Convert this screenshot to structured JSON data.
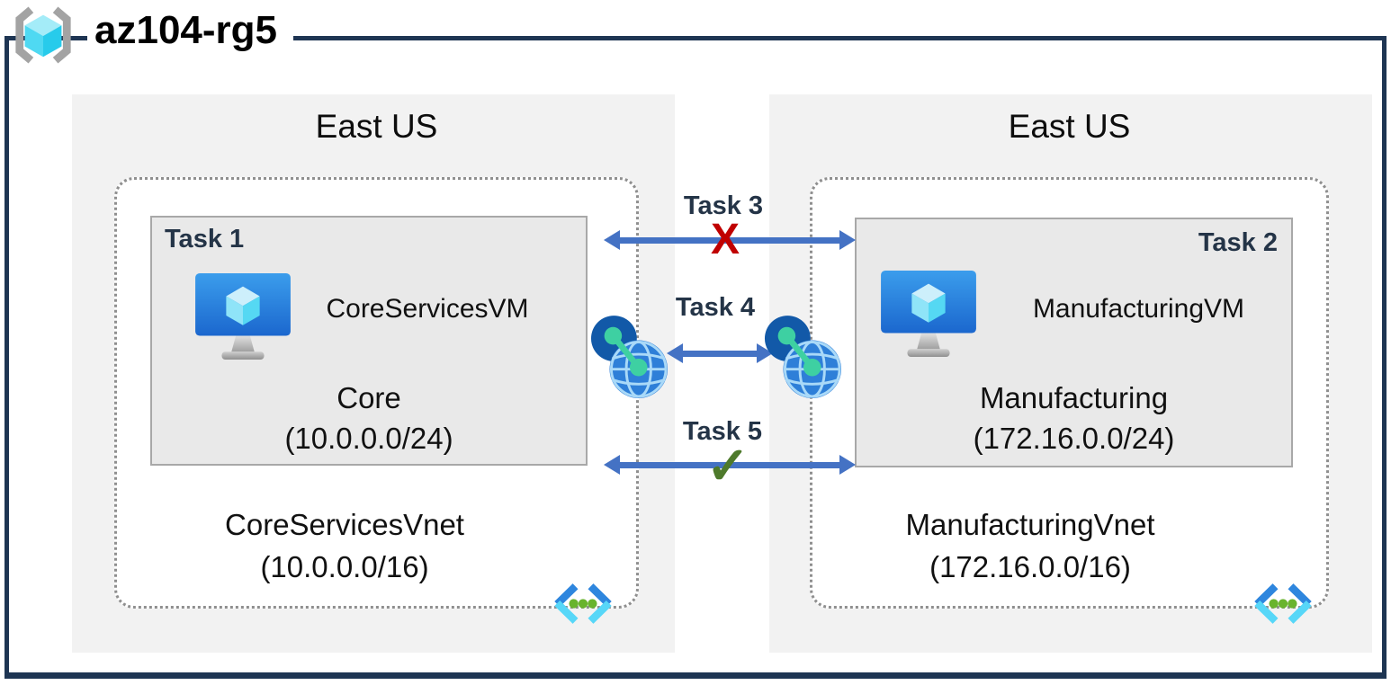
{
  "resource_group": {
    "name": "az104-rg5"
  },
  "regions": [
    {
      "name": "East US",
      "vnet": {
        "name": "CoreServicesVnet",
        "cidr": "(10.0.0.0/16)",
        "subnet": {
          "task_label": "Task 1",
          "vm": {
            "name": "CoreServicesVM"
          },
          "name": "Core",
          "cidr": "(10.0.0.0/24)"
        }
      }
    },
    {
      "name": "East US",
      "vnet": {
        "name": "ManufacturingVnet",
        "cidr": "(172.16.0.0/16)",
        "subnet": {
          "task_label": "Task 2",
          "vm": {
            "name": "ManufacturingVM"
          },
          "name": "Manufacturing",
          "cidr": "(172.16.0.0/24)"
        }
      }
    }
  ],
  "connections": [
    {
      "label": "Task 3",
      "symbol": "X",
      "symbol_color": "#c00000"
    },
    {
      "label": "Task 4",
      "symbol": "",
      "symbol_color": ""
    },
    {
      "label": "Task 5",
      "symbol": "✓",
      "symbol_color": "#4e7a2b"
    }
  ],
  "icons": {
    "resource_group": "brackets-around-cyan-cube",
    "virtual_machine": "blue-monitor-with-cube",
    "vnet_peering": "globe-with-link-dots",
    "virtual_network": "angle-brackets-with-green-dots"
  },
  "colors": {
    "boundary_border": "#1e3553",
    "region_fill": "#f2f2f2",
    "vnet_fill": "#ffffff",
    "vnet_border": "#8f8f8f",
    "subnet_fill": "#e9e9e9",
    "subnet_border": "#a8a8a8",
    "arrow": "#4472c4",
    "task_text": "#243447",
    "blocked_x": "#c00000",
    "allowed_check": "#4e7a2b"
  }
}
